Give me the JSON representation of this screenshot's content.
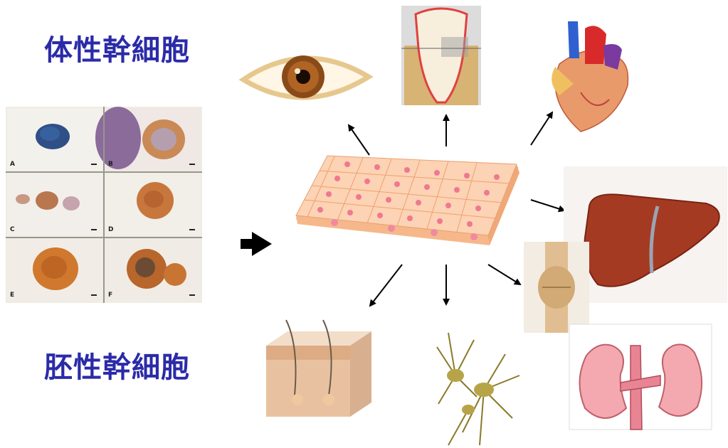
{
  "labels": {
    "somatic": "体性幹細胞",
    "embryonic": "胚性幹細胞"
  },
  "micrograph_panels": [
    "A",
    "B",
    "C",
    "D",
    "E",
    "F"
  ],
  "colors": {
    "label_text": "#2b2ba8",
    "arrow": "#000000"
  },
  "targets": [
    "eye-icon",
    "tooth-icon",
    "heart-icon",
    "liver-icon",
    "bone-icon",
    "kidney-icon",
    "neuron-icon",
    "skin-icon"
  ]
}
